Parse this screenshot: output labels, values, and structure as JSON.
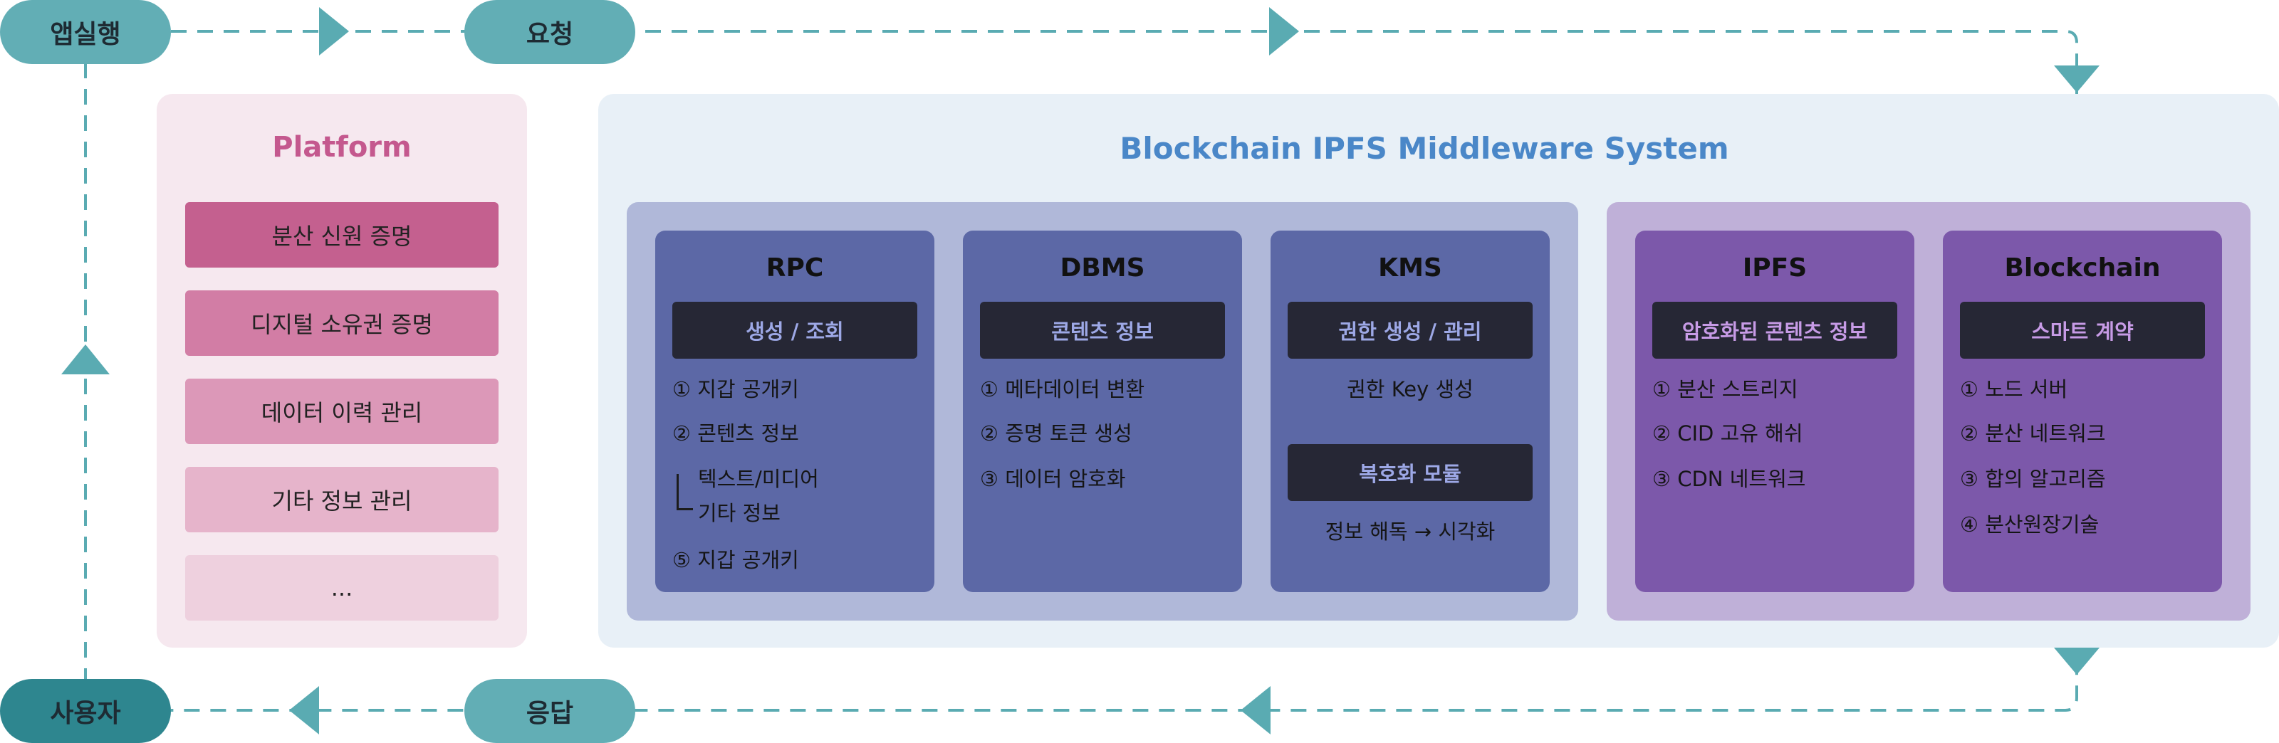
{
  "flow": {
    "app_run": "앱실행",
    "request": "요청",
    "user": "사용자",
    "response": "응답"
  },
  "platform": {
    "title": "Platform",
    "items": [
      {
        "label": "분산 신원 증명",
        "color": "#c4608f"
      },
      {
        "label": "디지털 소유권 증명",
        "color": "#d27da5"
      },
      {
        "label": "데이터 이력 관리",
        "color": "#dc98b8"
      },
      {
        "label": "기타 정보 관리",
        "color": "#e6b4cb"
      },
      {
        "label": "...",
        "color": "#eed0de"
      }
    ]
  },
  "middleware": {
    "title": "Blockchain IPFS Middleware System",
    "rpc": {
      "title": "RPC",
      "sub": "생성 / 조회",
      "lines": [
        "① 지갑 공개키",
        "② 콘텐츠 정보",
        "텍스트/미디어",
        "기타 정보",
        "⑤ 지갑 공개키"
      ]
    },
    "dbms": {
      "title": "DBMS",
      "sub": "콘텐츠 정보",
      "lines": [
        "① 메타데이터 변환",
        "② 증명 토큰 생성",
        "③ 데이터 암호화"
      ]
    },
    "kms": {
      "title": "KMS",
      "sub": "권한 생성 / 관리",
      "line1": "권한 Key 생성",
      "sub2": "복호화 모듈",
      "line2": "정보 해독 → 시각화"
    },
    "ipfs": {
      "title": "IPFS",
      "sub": "암호화된 콘텐츠 정보",
      "lines": [
        "① 분산 스트리지",
        "② CID 고유 해쉬",
        "③ CDN 네트워크"
      ]
    },
    "blockchain": {
      "title": "Blockchain",
      "sub": "스마트 계약",
      "lines": [
        "① 노드 서버",
        "② 분산 네트워크",
        "③ 합의 알고리즘",
        "④ 분산원장기술"
      ]
    }
  },
  "colors": {
    "flow_line": "#5aabb2",
    "pill": "#62aeb5",
    "pill_dark": "#2e868f",
    "platform_title": "#c4588e",
    "middleware_title": "#4a87c8",
    "card_blue": "#5c68a6",
    "card_purple": "#7c58aa"
  }
}
